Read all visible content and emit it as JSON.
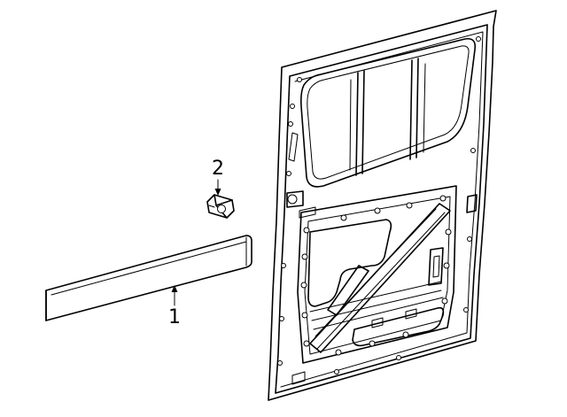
{
  "callouts": [
    {
      "label": "1",
      "part": "molding"
    },
    {
      "label": "2",
      "part": "clip"
    }
  ],
  "colors": {
    "line": "#000000",
    "background": "#ffffff"
  }
}
